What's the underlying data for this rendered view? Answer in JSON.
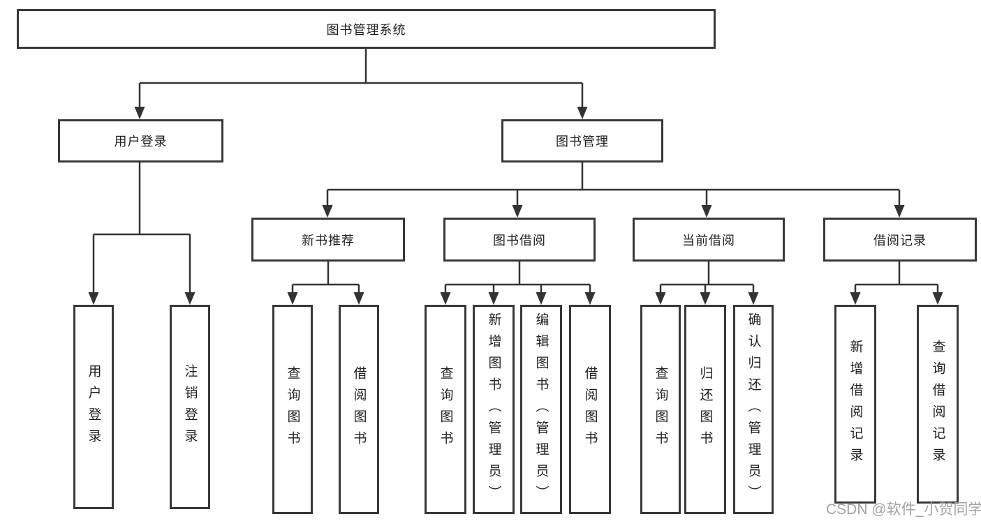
{
  "diagram": {
    "root": {
      "label": "图书管理系统"
    },
    "level2": [
      {
        "label": "用户登录"
      },
      {
        "label": "图书管理"
      }
    ],
    "level3": [
      {
        "label": "新书推荐"
      },
      {
        "label": "图书借阅"
      },
      {
        "label": "当前借阅"
      },
      {
        "label": "借阅记录"
      }
    ],
    "leaves": {
      "user_login": [
        {
          "label": "用户登录"
        },
        {
          "label": "注销登录"
        }
      ],
      "new_book": [
        {
          "label": "查询图书"
        },
        {
          "label": "借阅图书"
        }
      ],
      "book_borrow": [
        {
          "label": "查询图书"
        },
        {
          "label": "新增图书（管理员）"
        },
        {
          "label": "编辑图书（管理员）"
        },
        {
          "label": "借阅图书"
        }
      ],
      "current_borrow": [
        {
          "label": "查询图书"
        },
        {
          "label": "归还图书"
        },
        {
          "label": "确认归还（管理员）"
        }
      ],
      "records": [
        {
          "label": "新增借阅记录"
        },
        {
          "label": "查询借阅记录"
        }
      ]
    },
    "watermark": "CSDN @软件_小贺同学",
    "colors": {
      "line": "#333333",
      "box_border": "#383838",
      "box_background": "#ffffff",
      "text": "#1f1f1f",
      "watermark": "#9b9ba1",
      "background": "#ffffff"
    }
  }
}
